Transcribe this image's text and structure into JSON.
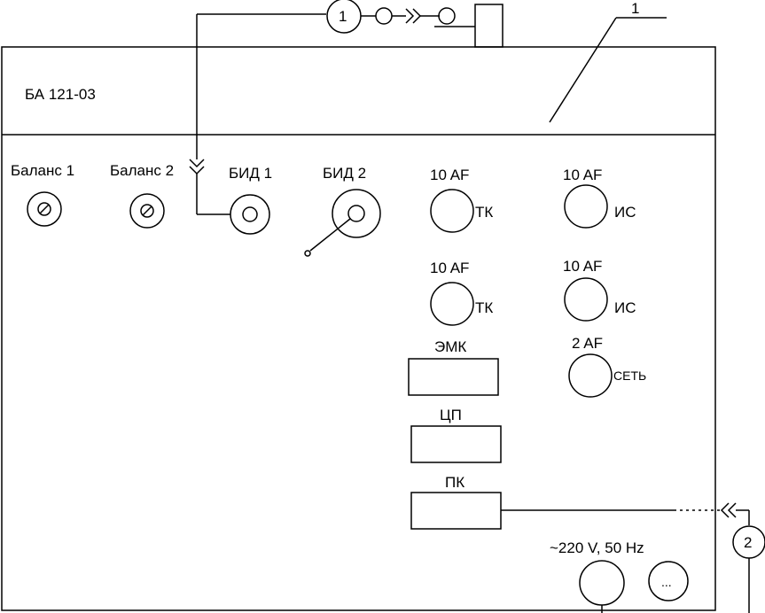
{
  "device": {
    "model": "БА 121-03",
    "callout": "1"
  },
  "controls": {
    "balance1": "Баланс 1",
    "balance2": "Баланс 2",
    "bid1": "БИД 1",
    "bid2": "БИД 2"
  },
  "fuses": {
    "f1_rating": "10 AF",
    "f1_tag": "ТК",
    "f2_rating": "10 AF",
    "f2_tag": "ИС",
    "f3_rating": "10 AF",
    "f3_tag": "ТК",
    "f4_rating": "10 AF",
    "f4_tag": "ИС",
    "f5_rating": "2 AF",
    "f5_tag": "СЕТЬ"
  },
  "modules": {
    "emk": "ЭМК",
    "cp": "ЦП",
    "pk": "ПК"
  },
  "power": {
    "label": "~220 V, 50 Hz",
    "switch_mark": "..."
  },
  "cables": {
    "c1": "1",
    "c2": "2"
  }
}
